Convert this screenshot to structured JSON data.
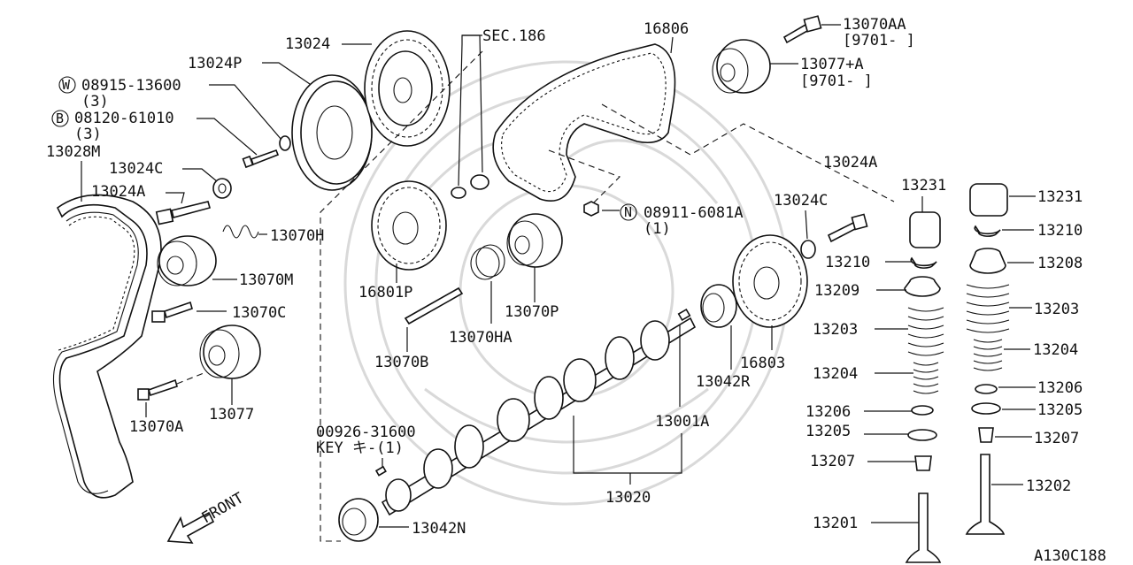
{
  "diagram_id": "A130C188",
  "front_label": "FRONT",
  "parts": {
    "p13024": "13024",
    "sec186": "SEC.186",
    "p16806": "16806",
    "p13070AA": "13070AA",
    "p13070AA_note": "[9701-      ]",
    "p13024P": "13024P",
    "p13077A": "13077+A",
    "p13077A_note": "[9701-     ]",
    "w08915": "08915-13600",
    "w08915_qty": "(3)",
    "b08120": "08120-61010",
    "b08120_qty": "(3)",
    "p13028M": "13028M",
    "p13024C_left": "13024C",
    "p13024A_left": "13024A",
    "p13070H": "13070H",
    "p13070M": "13070M",
    "p13070C": "13070C",
    "p13070A": "13070A",
    "p13077": "13077",
    "p16801P": "16801P",
    "p13070P": "13070P",
    "p13070HA": "13070HA",
    "p13070B": "13070B",
    "n08911": "08911-6081A",
    "n08911_qty": "(1)",
    "p13024A_right": "13024A",
    "p13024C_right": "13024C",
    "p13231_mid": "13231",
    "p13231_right": "13231",
    "p13210_mid": "13210",
    "p13210_right": "13210",
    "p13209": "13209",
    "p13208": "13208",
    "p13203_mid": "13203",
    "p13203_right": "13203",
    "p13204_mid": "13204",
    "p13204_right": "13204",
    "p13206_mid": "13206",
    "p13206_right": "13206",
    "p13205_mid": "13205",
    "p13205_right": "13205",
    "p13207_mid": "13207",
    "p13207_right": "13207",
    "p13201": "13201",
    "p13202": "13202",
    "p16803": "16803",
    "p13042R": "13042R",
    "p13001A": "13001A",
    "p00926": "00926-31600",
    "key_label": "KEY キ-(1)",
    "p13020": "13020",
    "p13042N": "13042N"
  },
  "symbols": {
    "washer": "W",
    "bolt": "B",
    "nut": "N"
  }
}
